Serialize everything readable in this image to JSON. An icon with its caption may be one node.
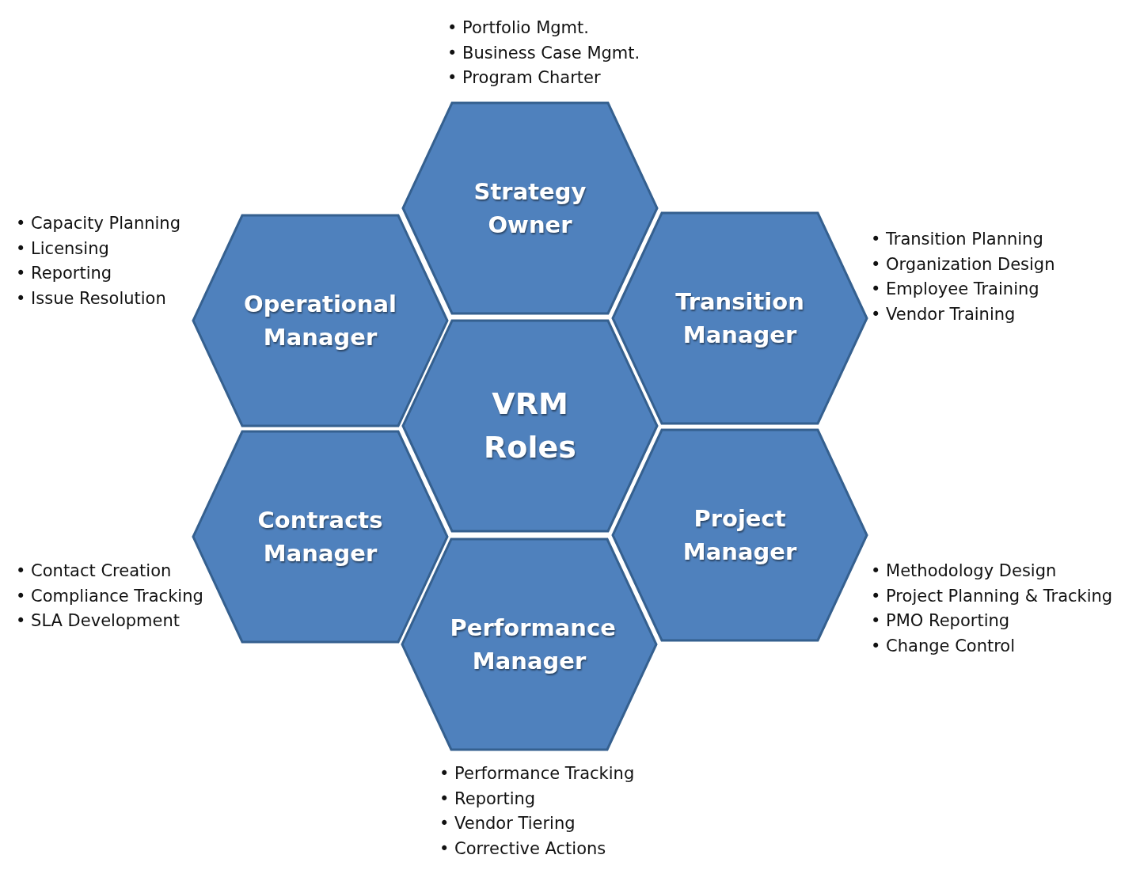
{
  "diagram": {
    "nodes": [
      {
        "text": [
          "VRM Roles"
        ]
      },
      {
        "text": [
          "Strategy Owner"
        ],
        "beside": [
          "• Portfolio Mgmt.",
          "• Business Case Mgmt.",
          "• Program Charter"
        ]
      },
      {
        "text": [
          "Operational Manager"
        ],
        "beside": [
          "• Capacity Planning",
          "• Licensing",
          "• Reporting",
          "• Issue Resolution"
        ]
      },
      {
        "text": [
          "Transition Manager"
        ],
        "beside": [
          "• Transition Planning",
          "• Organization Design",
          "• Employee Training",
          "• Vendor Training"
        ]
      },
      {
        "text": [
          "Contracts Manager"
        ],
        "beside": [
          "• Contact Creation",
          "• Compliance Tracking",
          "• SLA Development"
        ]
      },
      {
        "text": [
          "Project Manager"
        ],
        "beside": [
          "• Methodology Design",
          "• Project Planning & Tracking",
          "• PMO Reporting",
          "• Change Control"
        ]
      },
      {
        "text": [
          "Performance Manager"
        ],
        "beside": [
          "• Performance Tracking",
          "• Reporting",
          "• Vendor Tiering",
          "• Corrective Actions"
        ]
      }
    ],
    "edges": []
  }
}
